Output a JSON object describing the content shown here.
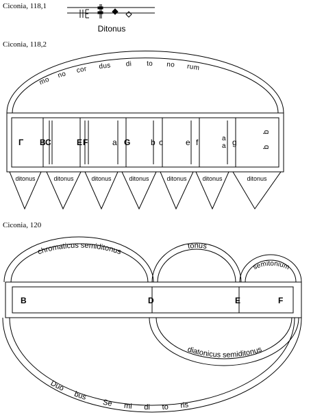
{
  "captions": {
    "first": "Ciconia, 118,1",
    "second": "Ciconia, 118,2",
    "third": "Ciconia, 120"
  },
  "fig1": {
    "label": "Ditonus"
  },
  "fig2": {
    "arc_syllables": [
      "mo",
      "no",
      "cor",
      "dus",
      "di",
      "to",
      "no",
      "rum"
    ],
    "notes": [
      "Γ",
      "B",
      "C",
      "E",
      "F",
      "a",
      "G",
      "b",
      "c",
      "e",
      "f",
      "a",
      "g"
    ],
    "stacked_note": "a",
    "rotated_notes": [
      "b",
      "b"
    ],
    "interval_label": "ditonus"
  },
  "fig3": {
    "arc_top_left": "chromaticus semiditonus",
    "arc_top_mid": "tonus",
    "arc_top_right": "semitonium",
    "arc_bottom_inner": "diatonicus semiditonus",
    "arc_bottom_outer_words": [
      "Duo",
      "bus",
      "Se",
      "mi",
      "di",
      "to",
      "ris"
    ],
    "notes": [
      "B",
      "D",
      "E",
      "F"
    ]
  }
}
